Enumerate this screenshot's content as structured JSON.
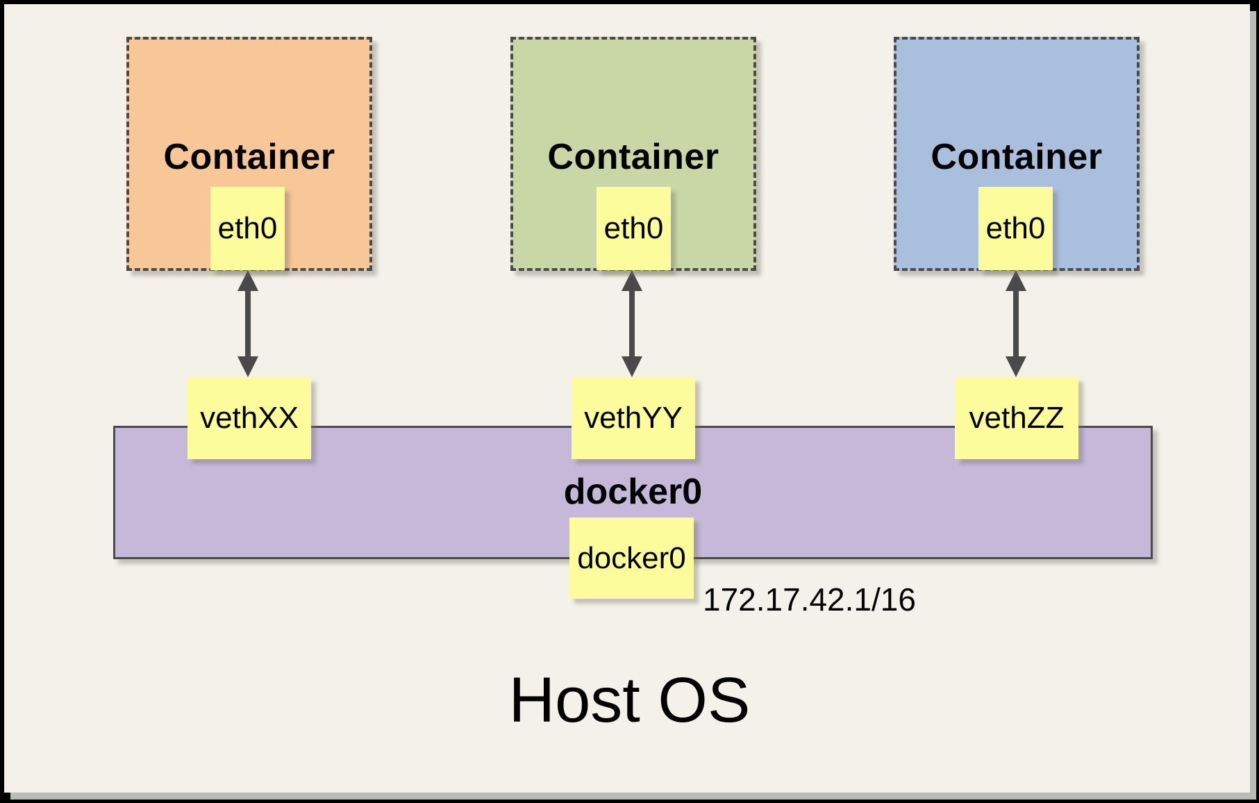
{
  "diagram": {
    "containers": [
      {
        "label": "Container",
        "interface": "eth0",
        "veth": "vethXX",
        "fill": "#F7C797"
      },
      {
        "label": "Container",
        "interface": "eth0",
        "veth": "vethYY",
        "fill": "#C9D6A5"
      },
      {
        "label": "Container",
        "interface": "eth0",
        "veth": "vethZZ",
        "fill": "#AABFDE"
      }
    ],
    "bridge": {
      "name": "docker0",
      "interface": "docker0",
      "ip": "172.17.42.1/16",
      "fill": "#C5B8D8"
    },
    "host": {
      "label": "Host OS"
    },
    "colors": {
      "background": "#F4F1EB",
      "node_fill": "#FCFC9D",
      "stroke": "#4A4A4A",
      "frame": "#000000",
      "shadow": "#B9BBB8"
    }
  }
}
